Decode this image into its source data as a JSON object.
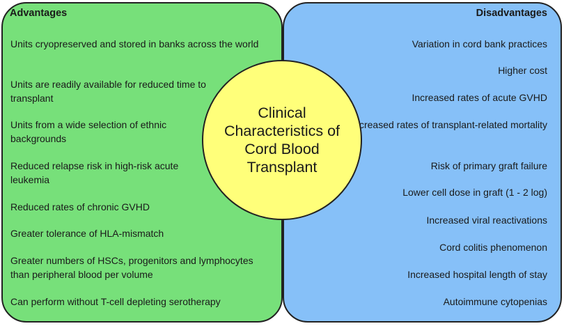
{
  "center": {
    "title": "Clinical\nCharacteristics of\nCord Blood\nTransplant"
  },
  "advantages": {
    "heading": "Advantages",
    "items": [
      "Units cryopreserved and stored in banks across the world",
      "Units are readily available for reduced time to transplant",
      "Units from a wide selection of ethnic backgrounds",
      "Reduced relapse risk in high-risk acute leukemia",
      "Reduced rates of chronic GVHD",
      "Greater tolerance of HLA-mismatch",
      "Greater numbers of HSCs, progenitors and lymphocytes than peripheral blood per volume",
      "Can perform without T-cell depleting serotherapy"
    ]
  },
  "disadvantages": {
    "heading": "Disadvantages",
    "items": [
      "Variation in cord bank practices",
      "Higher cost",
      "Increased rates of acute GVHD",
      "Increased rates of transplant-related mortality",
      "Risk of primary graft failure",
      "Lower cell dose in graft (1 - 2 log)",
      "Increased viral reactivations",
      "Cord colitis phenomenon",
      "Increased hospital length of stay",
      "Autoimmune cytopenias"
    ]
  },
  "colors": {
    "advantages_fill": "#77e07a",
    "disadvantages_fill": "#86c0f8",
    "center_fill": "#ffff7a"
  }
}
